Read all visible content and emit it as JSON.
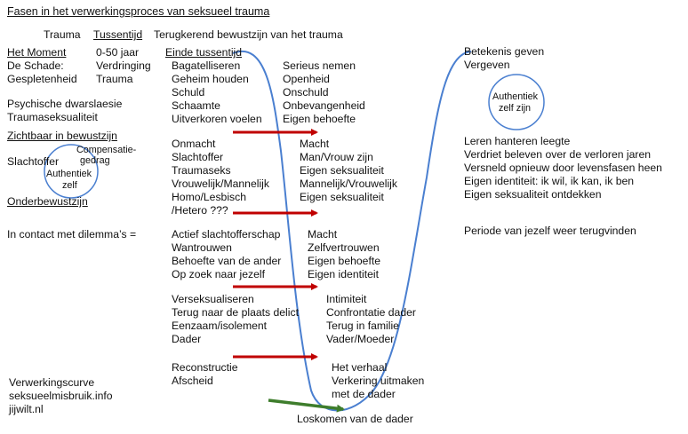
{
  "title": "Fasen in het verwerkingsproces van seksueel trauma",
  "headers": {
    "trauma": "Trauma",
    "tussentijd": "Tussentijd",
    "terugkerend": "Terugkerend bewustzijn van het trauma"
  },
  "left": {
    "moment": "Het Moment",
    "schade": "De Schade:",
    "gespletenheid": "Gespletenheid",
    "age": "0-50 jaar",
    "verdringing": "Verdringing",
    "trauma": "Trauma",
    "dwarslaesie": "Psychische dwarslaesie",
    "traumaseksualiteit": "Traumaseksualiteit",
    "zichtbaar": "Zichtbaar in bewustzijn",
    "slachtoffer": "Slachtoffer",
    "compensatie_1": "Compensatie-",
    "compensatie_2": "gedrag",
    "authentiek_1": "Authentiek",
    "authentiek_2": "zelf",
    "onderbewustzijn": "Onderbewustzijn",
    "dilemmas": "In contact met dilemma’s ="
  },
  "einde_tussentijd": "Einde tussentijd",
  "groups": [
    {
      "left": [
        "Bagatelliseren",
        "Geheim houden",
        "Schuld",
        "Schaamte",
        "Uitverkoren voelen"
      ],
      "right": [
        "Serieus nemen",
        "Openheid",
        "Onschuld",
        "Onbevangenheid",
        "Eigen behoefte"
      ]
    },
    {
      "left": [
        "Onmacht",
        "Slachtoffer",
        "Traumaseks",
        "Vrouwelijk/Mannelijk",
        "Homo/Lesbisch",
        "/Hetero ???"
      ],
      "right": [
        "Macht",
        "Man/Vrouw zijn",
        "Eigen seksualiteit",
        "Mannelijk/Vrouwelijk",
        "Eigen seksualiteit"
      ]
    },
    {
      "left": [
        "Actief slachtofferschap",
        "Wantrouwen",
        "Behoefte van de ander",
        "Op zoek naar jezelf"
      ],
      "right": [
        "Macht",
        "Zelfvertrouwen",
        "Eigen behoefte",
        "Eigen identiteit"
      ]
    },
    {
      "left": [
        "Verseksualiseren",
        "Terug naar de plaats delict",
        "Eenzaam/isolement",
        "Dader"
      ],
      "right": [
        "Intimiteit",
        "Confrontatie dader",
        "Terug in familie",
        "Vader/Moeder"
      ]
    },
    {
      "left": [
        "Reconstructie",
        "Afscheid"
      ],
      "right": [
        "Het verhaal",
        "Verkering uitmaken",
        "met de dader"
      ]
    }
  ],
  "loskomen": "Loskomen van de dader",
  "top_right": [
    "Betekenis geven",
    "Vergeven"
  ],
  "authentiek_right": [
    "Authentiek",
    "zelf zijn"
  ],
  "right_list": [
    "Leren hanteren leegte",
    "Verdriet beleven over de verloren jaren",
    "Versneld opnieuw door levensfasen heen",
    "Eigen identiteit: ik wil, ik kan, ik ben",
    "Eigen seksualiteit ontdekken"
  ],
  "periode": "Periode van jezelf weer terugvinden",
  "footer": [
    "Verwerkingscurve",
    "seksueelmisbruik.info",
    "jijwilt.nl"
  ],
  "colors": {
    "curve": "#4a7fd0",
    "arrow_red": "#c00000",
    "arrow_green": "#3e7d2c",
    "text": "#111111"
  }
}
